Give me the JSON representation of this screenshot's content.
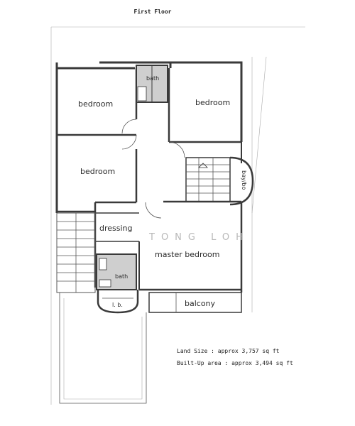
{
  "title": "First Floor",
  "rooms": {
    "bedroom_top_left": "bedroom",
    "bedroom_top_right": "bedroom",
    "bedroom_mid_left": "bedroom",
    "bath_top": "bath",
    "dressing": "dressing",
    "master_bedroom": "master bedroom",
    "bath_bottom": "bath",
    "lb": "l. b.",
    "balcony": "balcony",
    "bay": "bay/bo"
  },
  "watermark": "TONG LOH",
  "info": {
    "land_size": "Land Size : approx 3,757 sq ft",
    "built_up": "Built-Up area : approx 3,494 sq ft"
  }
}
